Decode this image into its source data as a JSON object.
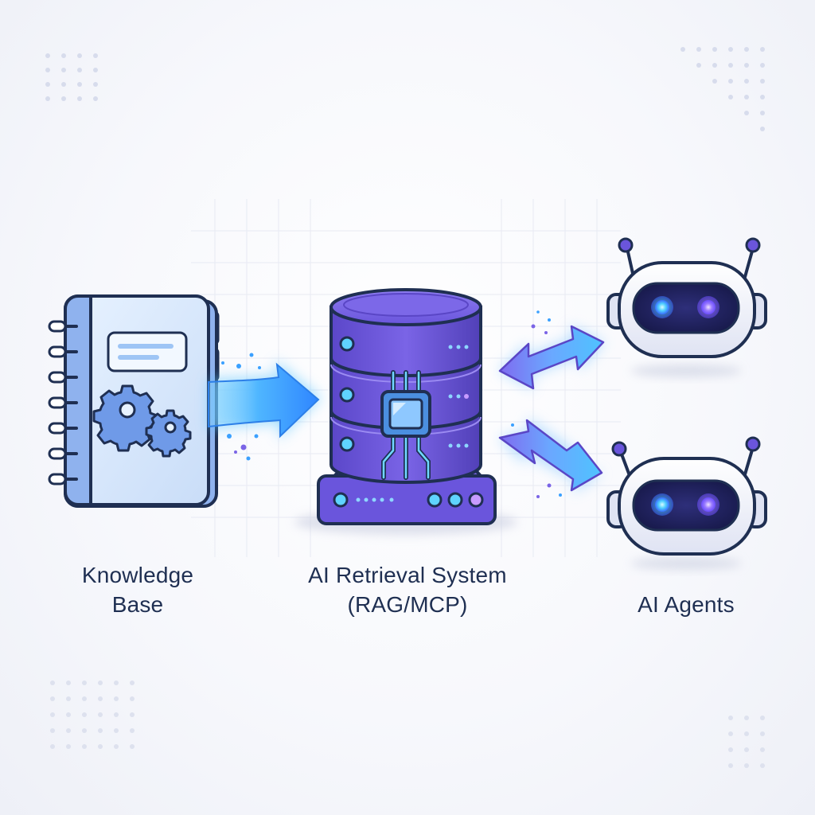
{
  "nodes": {
    "knowledge_base": {
      "line1": "Knowledge",
      "line2": "Base",
      "icon": "notebook-gears-icon"
    },
    "retrieval_system": {
      "line1": "AI Retrieval System",
      "line2": "(RAG/MCP)",
      "icon": "database-chip-icon"
    },
    "agents": {
      "label": "AI Agents",
      "icon": "robot-head-icon"
    }
  },
  "colors": {
    "accent_purple": "#6c5ce7",
    "accent_blue": "#3aa0ff",
    "glow_cyan": "#5fd3ff",
    "outline": "#1f2f52",
    "label_text": "#1f2f52"
  }
}
